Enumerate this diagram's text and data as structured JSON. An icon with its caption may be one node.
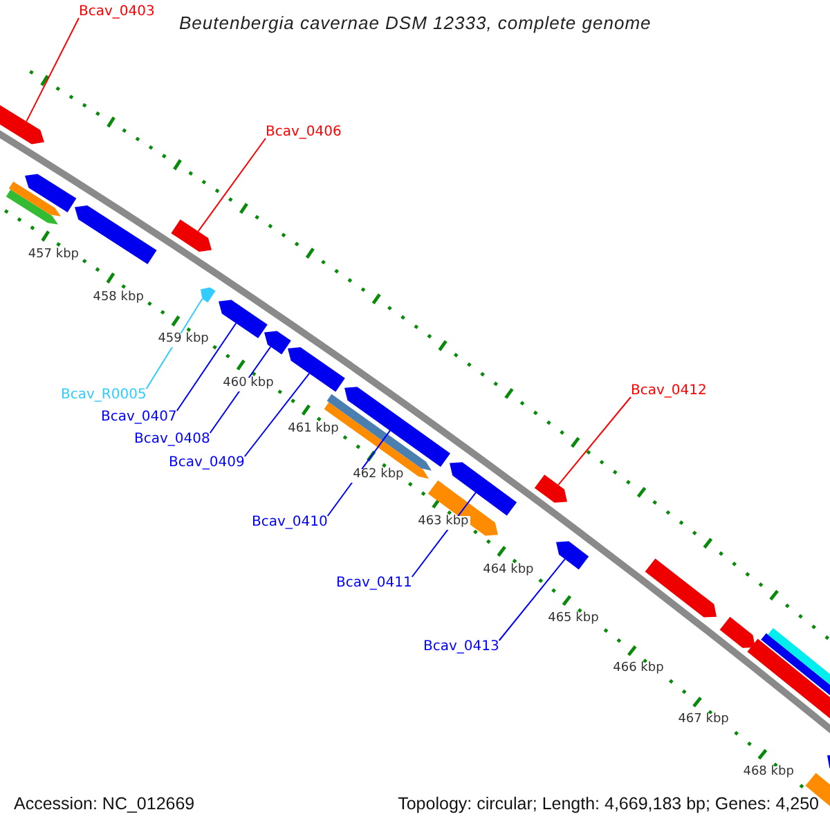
{
  "diagram": {
    "title": "Beutenbergia cavernae DSM 12333, complete genome",
    "nodes": [
      {
        "text": [
          "Bcav_0403"
        ]
      },
      {
        "text": [
          "Bcav_0406"
        ]
      },
      {
        "text": [
          "Bcav_0412"
        ]
      },
      {
        "text": [
          "Bcav_R0005"
        ]
      },
      {
        "text": [
          "Bcav_0407"
        ]
      },
      {
        "text": [
          "Bcav_0408"
        ]
      },
      {
        "text": [
          "Bcav_0409"
        ]
      },
      {
        "text": [
          "Bcav_0410"
        ]
      },
      {
        "text": [
          "Bcav_0411"
        ]
      },
      {
        "text": [
          "Bcav_0413"
        ]
      },
      {
        "text": [],
        "shape": "bar"
      },
      {
        "text": [],
        "shape": "bar"
      },
      {
        "text": [],
        "shape": "bar"
      },
      {
        "text": [],
        "shape": "bar"
      },
      {
        "text": [],
        "shape": "bar"
      },
      {
        "text": [],
        "shape": "bar"
      },
      {
        "text": [],
        "shape": "bar"
      },
      {
        "text": [],
        "shape": "bar"
      },
      {
        "text": [],
        "shape": "bar"
      },
      {
        "text": [],
        "shape": "bar"
      },
      {
        "text": [],
        "shape": "bar"
      },
      {
        "text": [],
        "shape": "bar"
      },
      {
        "text": [],
        "shape": "bar"
      },
      {
        "text": [],
        "shape": "bar"
      },
      {
        "text": [],
        "shape": "bar"
      },
      {
        "text": [],
        "shape": "bar"
      },
      {
        "text": [],
        "shape": "bar"
      },
      {
        "text": [],
        "shape": "bar"
      },
      {
        "text": [],
        "shape": "bar"
      },
      {
        "text": [],
        "shape": "bar"
      },
      {
        "text": [],
        "shape": "bar"
      },
      {
        "text": [],
        "shape": "bar"
      },
      {
        "text": [],
        "shape": "bar"
      },
      {
        "text": [],
        "shape": "bar"
      }
    ],
    "edges": [
      {
        "from": 0,
        "to": 10,
        "arrow": "none",
        "color": "#ff0000"
      },
      {
        "from": 1,
        "to": 11,
        "arrow": "none",
        "color": "#ff0000"
      },
      {
        "from": 2,
        "to": 12,
        "arrow": "none",
        "color": "#ff0000"
      },
      {
        "from": 3,
        "to": 13,
        "arrow": "none",
        "color": "#33ccff"
      },
      {
        "from": 4,
        "to": 14,
        "arrow": "none"
      },
      {
        "from": 5,
        "to": 15,
        "arrow": "none"
      },
      {
        "from": 6,
        "to": 16,
        "arrow": "none"
      },
      {
        "from": 7,
        "to": 17,
        "arrow": "none"
      },
      {
        "from": 8,
        "to": 18,
        "arrow": "none"
      },
      {
        "from": 9,
        "to": 19,
        "arrow": "none"
      }
    ],
    "labels": [
      "457 kbp",
      "458 kbp",
      "459 kbp",
      "460 kbp",
      "461 kbp",
      "462 kbp",
      "463 kbp",
      "464 kbp",
      "465 kbp",
      "466 kbp",
      "467 kbp",
      "468 kbp",
      "Accession: NC_012669",
      "Topology: circular; Length: 4,669,183 bp; Genes: 4,250"
    ]
  }
}
